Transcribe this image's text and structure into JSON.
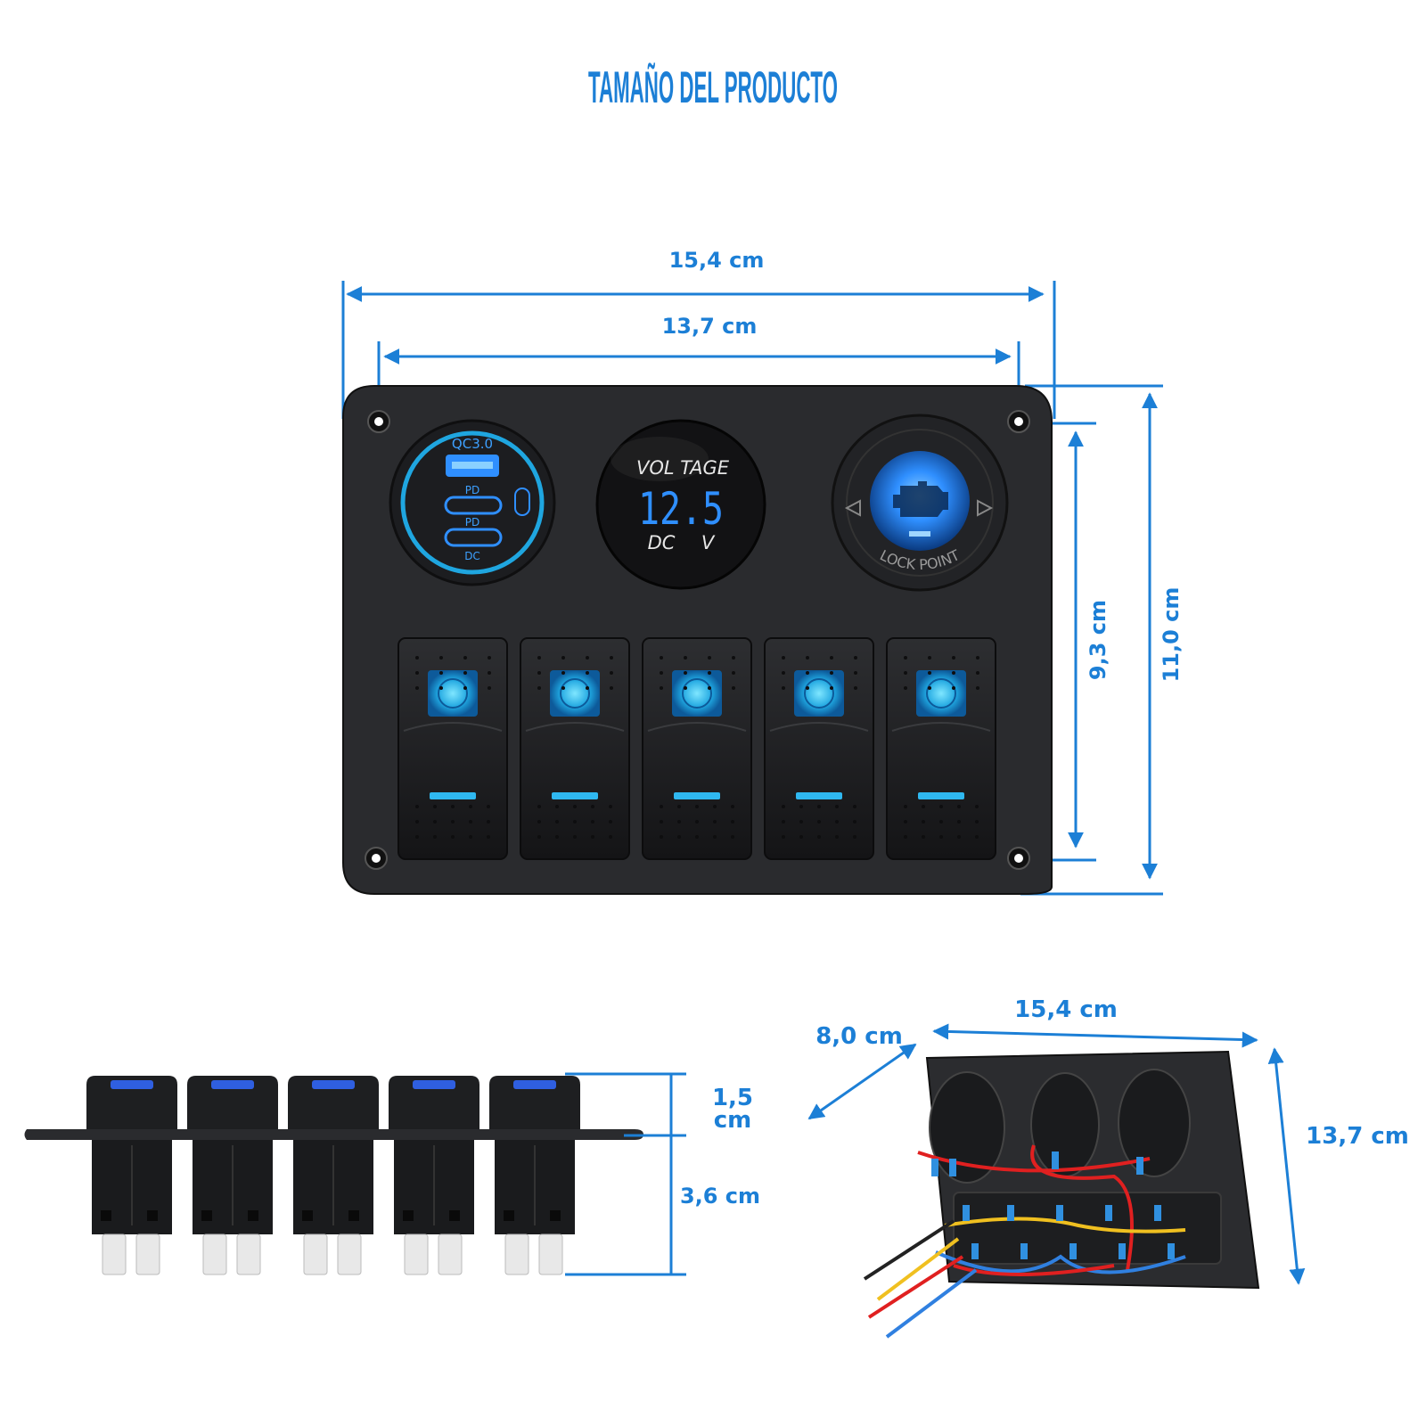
{
  "title": "TAMAÑO DEL PRODUCTO",
  "front_view": {
    "dimensions": {
      "outer_width": "15,4 cm",
      "hole_spacing_width": "13,7 cm",
      "hole_spacing_height": "9,3 cm",
      "outer_height": "11,0 cm"
    },
    "usb_module": {
      "qc_label": "QC3.0",
      "pd_label_1": "PD",
      "pd_label_2": "PD",
      "dc_label": "DC"
    },
    "voltmeter": {
      "label": "VOL TAGE",
      "reading": "12.5",
      "unit_left": "DC",
      "unit_right": "V"
    },
    "socket": {
      "lock_label": "LOCK POINT"
    },
    "switch_count": 5
  },
  "side_view": {
    "dimensions": {
      "top_height_line1": "1,5",
      "top_height_line2": "cm",
      "bottom_height": "3,6 cm"
    }
  },
  "back_view": {
    "dimensions": {
      "depth": "8,0 cm",
      "width": "15,4 cm",
      "height": "13,7 cm"
    }
  },
  "colors": {
    "accent_blue": "#1c7fd6",
    "panel": "#2a2b2e",
    "glow": "#2f8fff",
    "wire_red": "#e02020",
    "wire_yellow": "#f0c020",
    "wire_blue": "#3080e0"
  }
}
